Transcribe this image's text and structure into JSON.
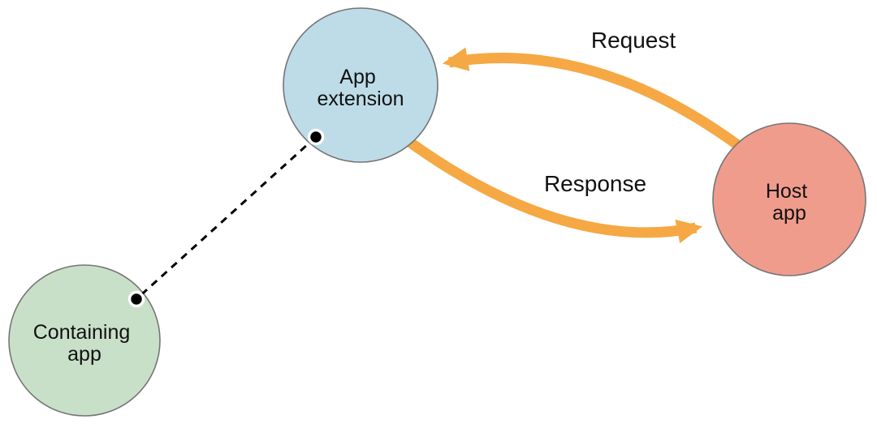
{
  "diagram": {
    "background": "#FFFFFF",
    "text_color": "#111111",
    "node_border_color": "#757575"
  },
  "nodes": {
    "app_extension": {
      "label": "App extension",
      "line1": "App",
      "line2": "extension",
      "fill": "#BDDCE8"
    },
    "host_app": {
      "label": "Host app",
      "line1": "Host",
      "line2": "app",
      "fill": "#F09C8D"
    },
    "containing_app": {
      "label": "Containing app",
      "line1": "Containing",
      "line2": "app",
      "fill": "#C8E0C8"
    }
  },
  "arrows": {
    "request": {
      "label": "Request",
      "color": "#F5A843",
      "from": "Host app",
      "to": "App extension"
    },
    "response": {
      "label": "Response",
      "color": "#F5A843",
      "from": "App extension",
      "to": "Host app"
    }
  },
  "link": {
    "color": "#000000",
    "style": "dashed",
    "between": [
      "App extension",
      "Containing app"
    ]
  }
}
